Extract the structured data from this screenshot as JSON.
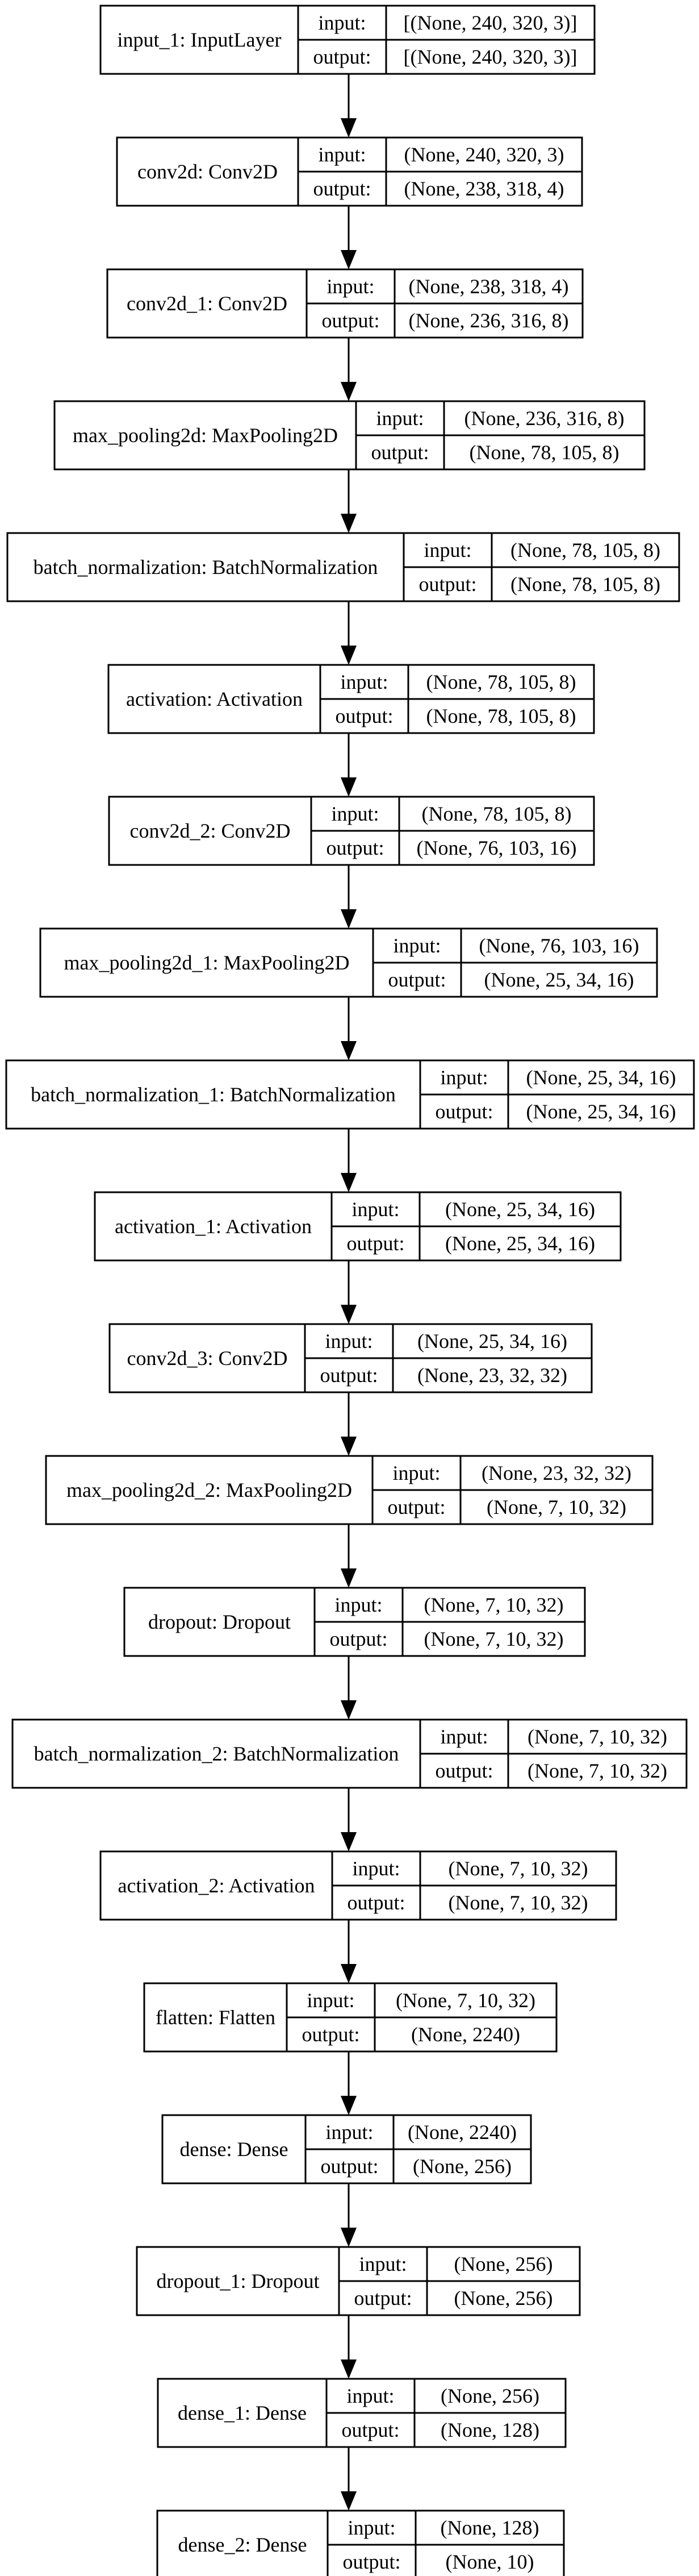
{
  "diagram": {
    "port_labels": {
      "input": "input:",
      "output": "output:"
    },
    "layers": [
      {
        "label": "input_1: InputLayer",
        "input": "[(None, 240, 320, 3)]",
        "output": "[(None, 240, 320, 3)]"
      },
      {
        "label": "conv2d: Conv2D",
        "input": "(None, 240, 320, 3)",
        "output": "(None, 238, 318, 4)"
      },
      {
        "label": "conv2d_1: Conv2D",
        "input": "(None, 238, 318, 4)",
        "output": "(None, 236, 316, 8)"
      },
      {
        "label": "max_pooling2d: MaxPooling2D",
        "input": "(None, 236, 316, 8)",
        "output": "(None, 78, 105, 8)"
      },
      {
        "label": "batch_normalization: BatchNormalization",
        "input": "(None, 78, 105, 8)",
        "output": "(None, 78, 105, 8)"
      },
      {
        "label": "activation: Activation",
        "input": "(None, 78, 105, 8)",
        "output": "(None, 78, 105, 8)"
      },
      {
        "label": "conv2d_2: Conv2D",
        "input": "(None, 78, 105, 8)",
        "output": "(None, 76, 103, 16)"
      },
      {
        "label": "max_pooling2d_1: MaxPooling2D",
        "input": "(None, 76, 103, 16)",
        "output": "(None, 25, 34, 16)"
      },
      {
        "label": "batch_normalization_1: BatchNormalization",
        "input": "(None, 25, 34, 16)",
        "output": "(None, 25, 34, 16)"
      },
      {
        "label": "activation_1: Activation",
        "input": "(None, 25, 34, 16)",
        "output": "(None, 25, 34, 16)"
      },
      {
        "label": "conv2d_3: Conv2D",
        "input": "(None, 25, 34, 16)",
        "output": "(None, 23, 32, 32)"
      },
      {
        "label": "max_pooling2d_2: MaxPooling2D",
        "input": "(None, 23, 32, 32)",
        "output": "(None, 7, 10, 32)"
      },
      {
        "label": "dropout: Dropout",
        "input": "(None, 7, 10, 32)",
        "output": "(None, 7, 10, 32)"
      },
      {
        "label": "batch_normalization_2: BatchNormalization",
        "input": "(None, 7, 10, 32)",
        "output": "(None, 7, 10, 32)"
      },
      {
        "label": "activation_2: Activation",
        "input": "(None, 7, 10, 32)",
        "output": "(None, 7, 10, 32)"
      },
      {
        "label": "flatten: Flatten",
        "input": "(None, 7, 10, 32)",
        "output": "(None, 2240)"
      },
      {
        "label": "dense: Dense",
        "input": "(None, 2240)",
        "output": "(None, 256)"
      },
      {
        "label": "dropout_1: Dropout",
        "input": "(None, 256)",
        "output": "(None, 256)"
      },
      {
        "label": "dense_1: Dense",
        "input": "(None, 256)",
        "output": "(None, 128)"
      },
      {
        "label": "dense_2: Dense",
        "input": "(None, 128)",
        "output": "(None, 10)"
      }
    ]
  }
}
